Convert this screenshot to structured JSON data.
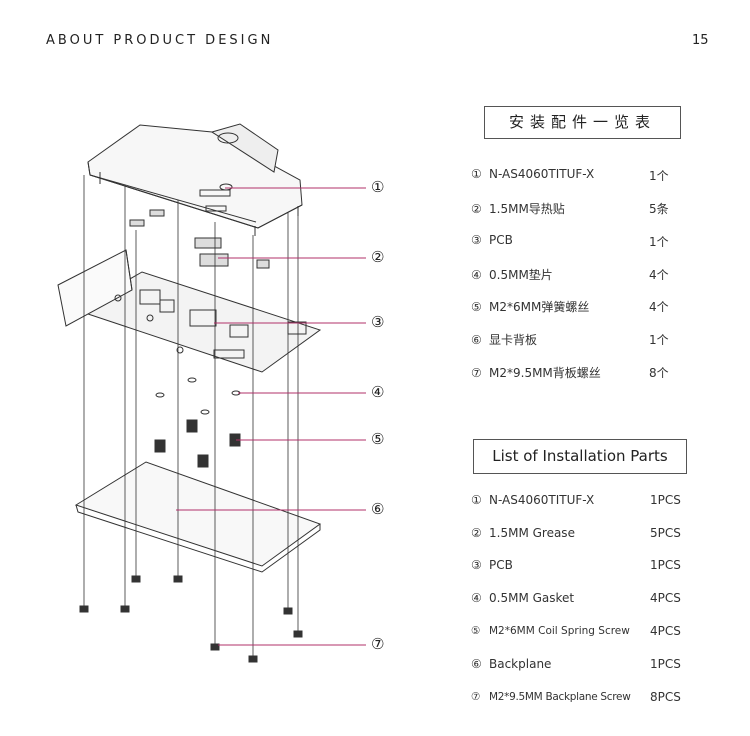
{
  "header": {
    "title": "ABOUT PRODUCT DESIGN",
    "page_number": "15"
  },
  "callouts": [
    "①",
    "②",
    "③",
    "④",
    "⑤",
    "⑥",
    "⑦"
  ],
  "parts_cn": {
    "title": "安装配件一览表",
    "items": [
      {
        "num": "①",
        "name": "N-AS4060TITUF-X",
        "qty": "1个"
      },
      {
        "num": "②",
        "name": "1.5MM导热贴",
        "qty": "5条"
      },
      {
        "num": "③",
        "name": "PCB",
        "qty": "1个"
      },
      {
        "num": "④",
        "name": "0.5MM垫片",
        "qty": "4个"
      },
      {
        "num": "⑤",
        "name": "M2*6MM弹簧螺丝",
        "qty": "4个"
      },
      {
        "num": "⑥",
        "name": "显卡背板",
        "qty": "1个"
      },
      {
        "num": "⑦",
        "name": "M2*9.5MM背板螺丝",
        "qty": "8个"
      }
    ]
  },
  "parts_en": {
    "title": "List of Installation Parts",
    "items": [
      {
        "num": "①",
        "name": "N-AS4060TITUF-X",
        "qty": "1PCS"
      },
      {
        "num": "②",
        "name": "1.5MM Grease",
        "qty": "5PCS"
      },
      {
        "num": "③",
        "name": "PCB",
        "qty": "1PCS"
      },
      {
        "num": "④",
        "name": "0.5MM Gasket",
        "qty": "4PCS"
      },
      {
        "num": "⑤",
        "name": "M2*6MM Coil Spring Screw",
        "qty": "4PCS"
      },
      {
        "num": "⑥",
        "name": "Backplane",
        "qty": "1PCS"
      },
      {
        "num": "⑦",
        "name": "M2*9.5MM Backplane Screw",
        "qty": "8PCS"
      }
    ]
  },
  "colors": {
    "leader": "#b0306a",
    "line": "#333333"
  }
}
